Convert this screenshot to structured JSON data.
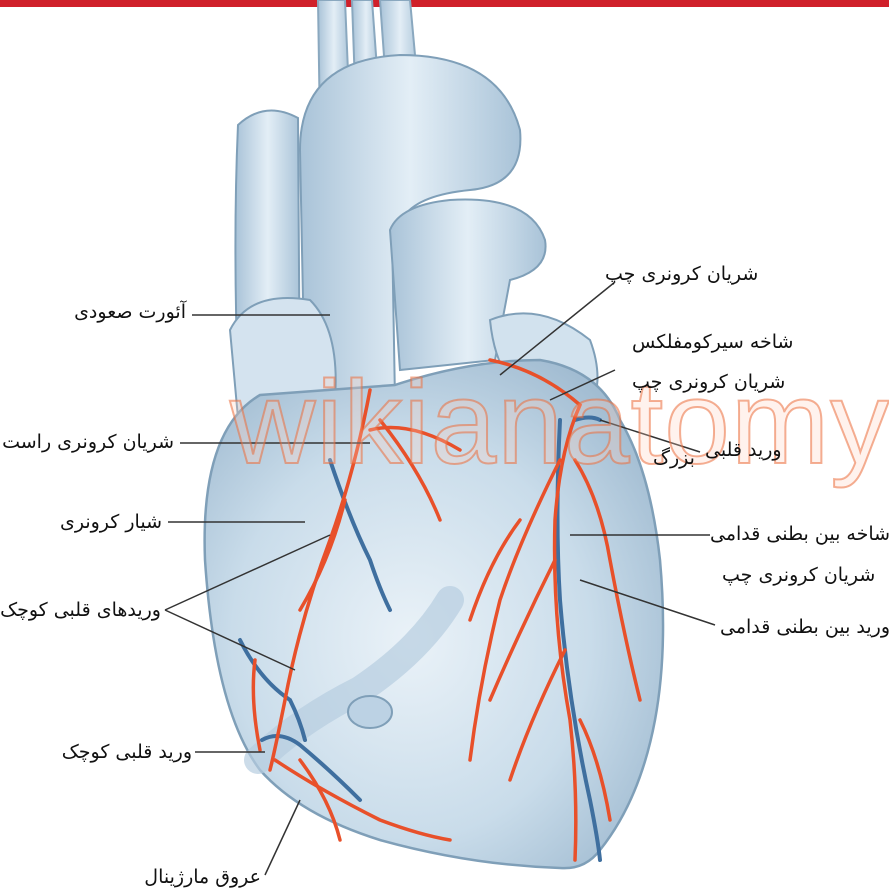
{
  "watermark": "wikianatomy.ir",
  "labels": {
    "ascending_aorta": "آئورت صعودی",
    "right_coronary_artery": "شریان کرونری راست",
    "coronary_sulcus": "شیار کرونری",
    "small_cardiac_veins": "وریدهای قلبی کوچک",
    "small_cardiac_vein": "ورید قلبی کوچک",
    "marginal_vessels": "عروق مارژینال",
    "left_coronary_artery": "شریان کرونری چپ",
    "circumflex_line1": "شاخه سیرکومفلکس",
    "circumflex_line2": "شریان کرونری چپ",
    "great_cardiac_vein_line1": "ورید قلبی",
    "great_cardiac_vein_line2": "بزرگ",
    "anterior_interventricular_branch_line1": "شاخه بین بطنی قدامی",
    "anterior_interventricular_branch_line2": "شریان کرونری چپ",
    "anterior_interventricular_vein": "ورید بین بطنی قدامی"
  },
  "colors": {
    "heart_fill": "#c9dcea",
    "heart_edge": "#7f9fb8",
    "artery": "#e8502a",
    "vein": "#3f6f9f",
    "top_bar": "#d0202a"
  }
}
